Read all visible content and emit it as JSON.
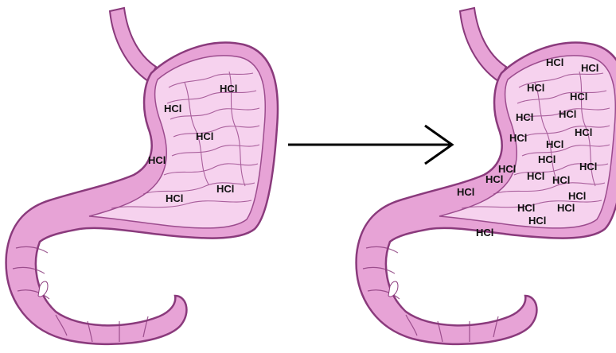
{
  "colors": {
    "stomach_fill": "#e7a3d6",
    "stomach_inner": "#f6d2ee",
    "stomach_outline": "#8a3a7c",
    "fold_lines": "#9c4c8e",
    "arrow": "#000000",
    "label": "#111111",
    "background": "#ffffff"
  },
  "left_stomach": {
    "labels": [
      "HCl",
      "HCl",
      "HCl",
      "HCl",
      "HCl",
      "HCl"
    ]
  },
  "arrow": {
    "icon": "right-arrow-icon"
  },
  "right_stomach": {
    "labels": [
      "HCl",
      "HCl",
      "HCl",
      "HCl",
      "HCl",
      "HCl",
      "HCl",
      "HCl",
      "HCl",
      "HCl",
      "HCl",
      "HCl",
      "HCl",
      "HCl",
      "HCl",
      "HCl",
      "HCl",
      "HCl",
      "HCl",
      "HCl",
      "HCl"
    ]
  }
}
